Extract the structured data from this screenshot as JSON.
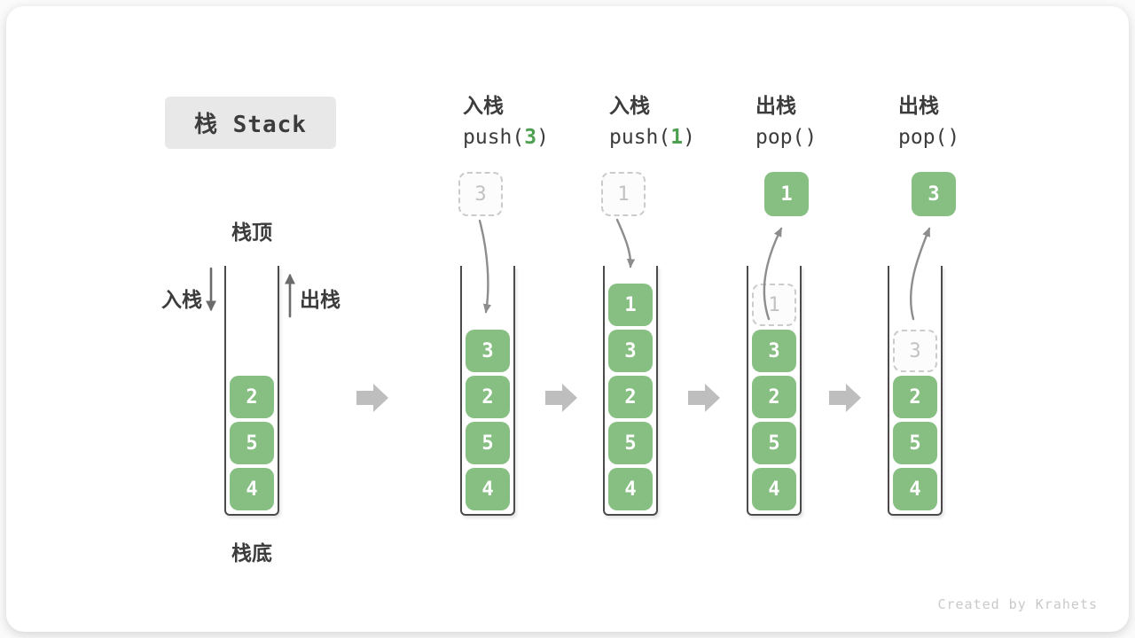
{
  "title_badge": {
    "text": "栈 Stack"
  },
  "static_labels": {
    "stack_top": "栈顶",
    "stack_bottom": "栈底",
    "push_side": "入栈",
    "pop_side": "出栈"
  },
  "operations": [
    {
      "name": "入栈",
      "code_pre": "push(",
      "code_arg": "3",
      "code_post": ")",
      "float_value": "3",
      "float_style": "dashed"
    },
    {
      "name": "入栈",
      "code_pre": "push(",
      "code_arg": "1",
      "code_post": ")",
      "float_value": "1",
      "float_style": "dashed"
    },
    {
      "name": "出栈",
      "code_pre": "pop(",
      "code_arg": "",
      "code_post": ")",
      "float_value": "1",
      "float_style": "solid"
    },
    {
      "name": "出栈",
      "code_pre": "pop(",
      "code_arg": "",
      "code_post": ")",
      "float_value": "3",
      "float_style": "solid"
    }
  ],
  "stacks": [
    {
      "cells": [
        {
          "value": "2",
          "ghost": false
        },
        {
          "value": "5",
          "ghost": false
        },
        {
          "value": "4",
          "ghost": false
        }
      ]
    },
    {
      "cells": [
        {
          "value": "3",
          "ghost": false
        },
        {
          "value": "2",
          "ghost": false
        },
        {
          "value": "5",
          "ghost": false
        },
        {
          "value": "4",
          "ghost": false
        }
      ]
    },
    {
      "cells": [
        {
          "value": "1",
          "ghost": false
        },
        {
          "value": "3",
          "ghost": false
        },
        {
          "value": "2",
          "ghost": false
        },
        {
          "value": "5",
          "ghost": false
        },
        {
          "value": "4",
          "ghost": false
        }
      ]
    },
    {
      "cells": [
        {
          "value": "1",
          "ghost": true
        },
        {
          "value": "3",
          "ghost": false
        },
        {
          "value": "2",
          "ghost": false
        },
        {
          "value": "5",
          "ghost": false
        },
        {
          "value": "4",
          "ghost": false
        }
      ]
    },
    {
      "cells": [
        {
          "value": "3",
          "ghost": true
        },
        {
          "value": "2",
          "ghost": false
        },
        {
          "value": "5",
          "ghost": false
        },
        {
          "value": "4",
          "ghost": false
        }
      ]
    }
  ],
  "watermark": "Created by Krahets",
  "colors": {
    "cell_green": "#87bf83",
    "code_green": "#4ca050",
    "text_dark": "#3c3c3c",
    "badge_bg": "#e8e8e8",
    "wall": "#4b4b4b",
    "ghost_border": "#cbcbcb",
    "ghost_text": "#c2c2c2",
    "arrow_gray": "#8d8d8d",
    "side_arrow": "#6b6b6b",
    "block_arrow": "#bebebe",
    "watermark": "#c9c9c9"
  }
}
